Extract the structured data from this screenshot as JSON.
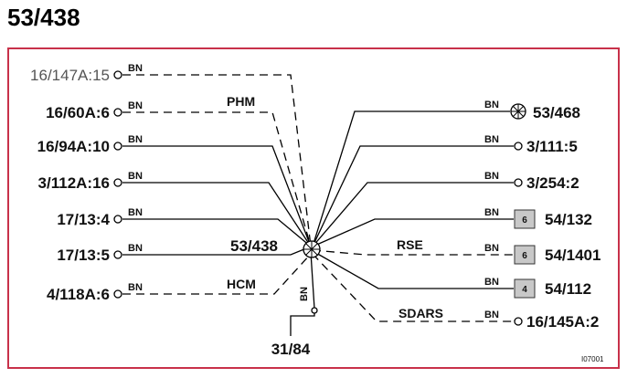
{
  "title": "53/438",
  "splice": "53/438",
  "ground": "31/84",
  "wire_color": "BN",
  "sections": {
    "phm": "PHM",
    "hcm": "HCM",
    "rse": "RSE",
    "sdars": "SDARS"
  },
  "left": [
    "16/147A:15",
    "16/60A:6",
    "16/94A:10",
    "3/112A:16",
    "17/13:4",
    "17/13:5",
    "4/118A:6"
  ],
  "right": [
    "53/468",
    "3/111:5",
    "3/254:2",
    "54/132",
    "54/1401",
    "54/112",
    "16/145A:2"
  ],
  "right_box_numbers": [
    "6",
    "6",
    "4"
  ],
  "figure_code": "I07001"
}
